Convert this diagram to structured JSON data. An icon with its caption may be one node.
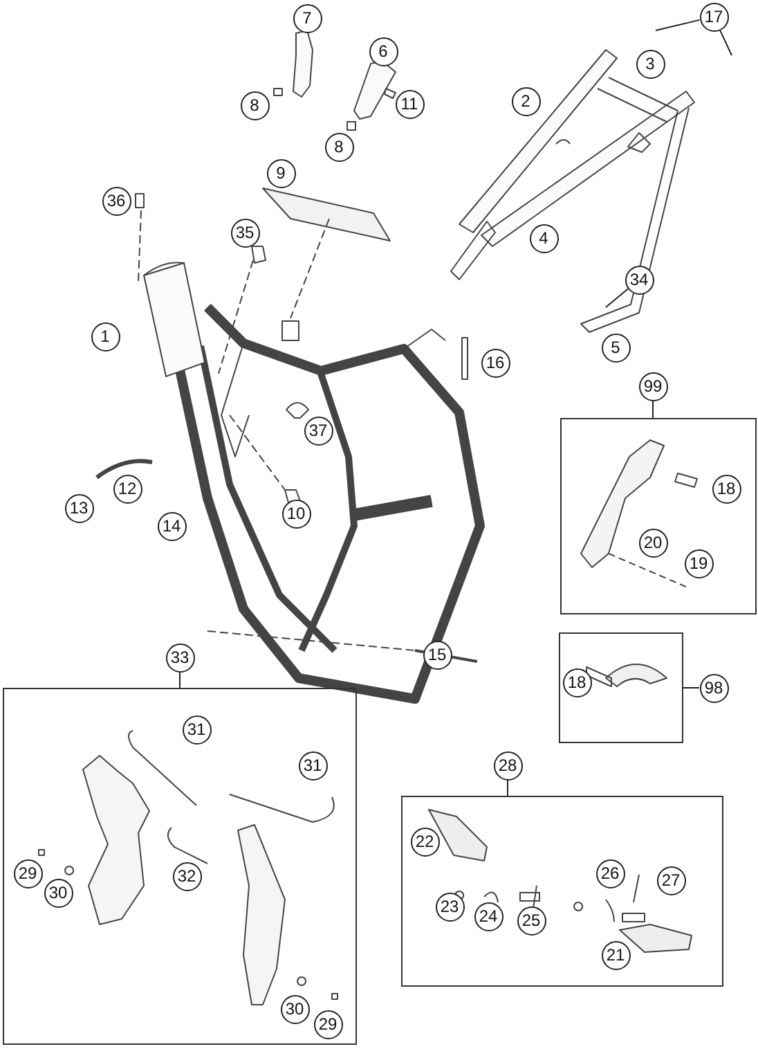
{
  "diagram": {
    "nodes": [
      {
        "text": [
          "17"
        ]
      },
      {
        "text": [
          "7"
        ]
      },
      {
        "text": [
          "6"
        ]
      },
      {
        "text": [
          "3"
        ]
      },
      {
        "text": [
          "2"
        ]
      },
      {
        "text": [
          "8"
        ]
      },
      {
        "text": [
          "11"
        ]
      },
      {
        "text": [
          "8"
        ]
      },
      {
        "text": [
          "9"
        ]
      },
      {
        "text": [
          "36"
        ]
      },
      {
        "text": [
          "35"
        ]
      },
      {
        "text": [
          "4"
        ]
      },
      {
        "text": [
          "34"
        ]
      },
      {
        "text": [
          "1"
        ]
      },
      {
        "text": [
          "5"
        ]
      },
      {
        "text": [
          "16"
        ]
      },
      {
        "text": [
          "99"
        ]
      },
      {
        "text": [],
        "shape": "box"
      },
      {
        "text": [
          "37"
        ]
      },
      {
        "text": [
          "12"
        ]
      },
      {
        "text": [
          "18"
        ],
        "in": 17
      },
      {
        "text": [
          "13"
        ]
      },
      {
        "text": [
          "10"
        ]
      },
      {
        "text": [
          "14"
        ]
      },
      {
        "text": [
          "20"
        ],
        "in": 17
      },
      {
        "text": [
          "19"
        ],
        "in": 17
      },
      {
        "text": [],
        "shape": "box"
      },
      {
        "text": [
          "15"
        ]
      },
      {
        "text": [
          "33"
        ]
      },
      {
        "text": [
          "18"
        ],
        "in": 26
      },
      {
        "text": [
          "98"
        ]
      },
      {
        "text": [],
        "shape": "box"
      },
      {
        "text": [
          "31"
        ],
        "in": 31
      },
      {
        "text": [
          "28"
        ]
      },
      {
        "text": [
          "31"
        ],
        "in": 31
      },
      {
        "text": [],
        "shape": "box"
      },
      {
        "text": [
          "22"
        ],
        "in": 35
      },
      {
        "text": [
          "29"
        ],
        "in": 31
      },
      {
        "text": [
          "26"
        ],
        "in": 35
      },
      {
        "text": [
          "32"
        ],
        "in": 31
      },
      {
        "text": [
          "27"
        ],
        "in": 35
      },
      {
        "text": [
          "30"
        ],
        "in": 31
      },
      {
        "text": [
          "23"
        ],
        "in": 35
      },
      {
        "text": [
          "24"
        ],
        "in": 35
      },
      {
        "text": [
          "25"
        ],
        "in": 35
      },
      {
        "text": [
          "21"
        ],
        "in": 35
      },
      {
        "text": [
          "30"
        ],
        "in": 31
      },
      {
        "text": [
          "29"
        ],
        "in": 31
      }
    ],
    "edges": [
      {
        "from": 0,
        "to": null,
        "arrow": "none"
      },
      {
        "from": 0,
        "to": null,
        "arrow": "none"
      },
      {
        "from": 12,
        "to": null,
        "arrow": "none"
      },
      {
        "from": 16,
        "to": 17,
        "arrow": "none"
      },
      {
        "from": 28,
        "to": 31,
        "arrow": "none"
      },
      {
        "from": 30,
        "to": 26,
        "arrow": "none"
      },
      {
        "from": 33,
        "to": 35,
        "arrow": "none"
      }
    ]
  }
}
